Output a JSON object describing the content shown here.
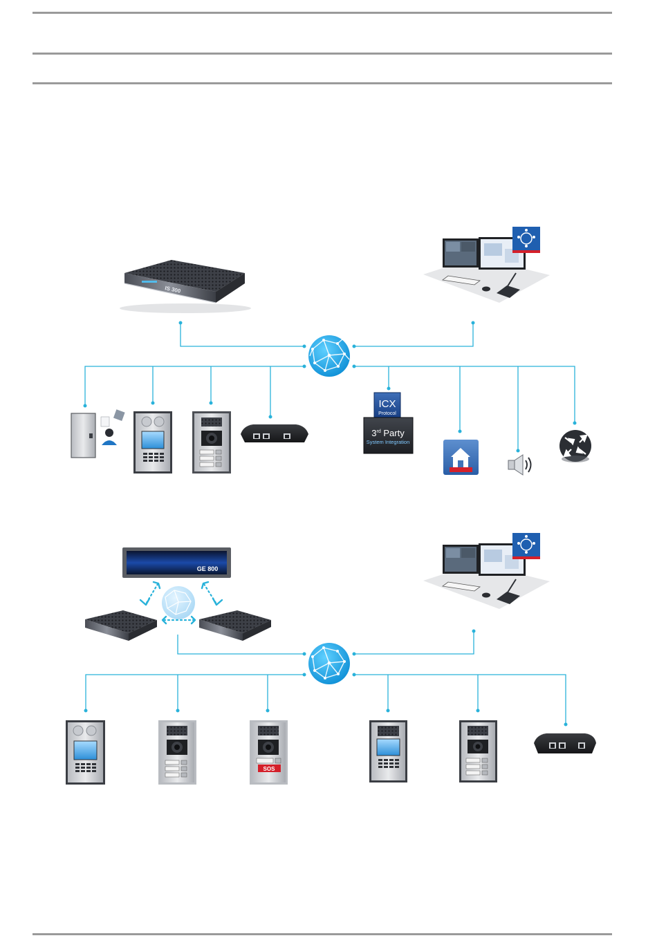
{
  "server_top": {
    "label": "IS 300"
  },
  "server_bottom": {
    "label": "GE 800"
  },
  "icx": {
    "title": "ICX",
    "subtitle": "Protocol"
  },
  "third_party": {
    "title_main": "3",
    "title_sup": "rd",
    "title_rest": " Party",
    "subtitle": "System Integration"
  },
  "sos": {
    "label": "SOS"
  },
  "colors": {
    "line": "#29b2da",
    "globe": "#1aa4e8",
    "accent_red": "#d4202a",
    "accent_blue": "#1f5fb0",
    "rule": "#9a9a9a"
  },
  "icons": [
    "server-is300",
    "operator-workstation",
    "network-globe",
    "door-access-control",
    "ip-intercom",
    "ip-intercom-camera",
    "ip-interface-box",
    "icx-protocol",
    "third-party-integration",
    "home-automation",
    "speaker",
    "router",
    "server-ge800",
    "sos-intercom"
  ]
}
